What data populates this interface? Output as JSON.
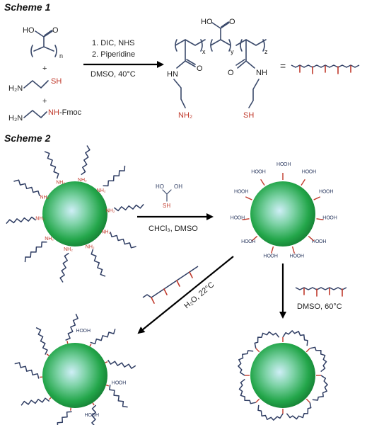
{
  "scheme1": {
    "title": "Scheme 1",
    "reactant1": {
      "ho": "HO",
      "o": "O",
      "n": "n"
    },
    "plus1": "+",
    "reactant2": {
      "h2n": "H₂N",
      "sh": "SH"
    },
    "plus2": "+",
    "reactant3": {
      "h2n": "H₂N",
      "nh_fmoc": "NH",
      "fmoc": "-Fmoc"
    },
    "conditions": [
      "1. DIC, NHS",
      "2. Piperidine",
      "DMSO, 40°C"
    ],
    "product": {
      "ho": "HO",
      "o": "O",
      "sub_x": "x",
      "sub_y": "y",
      "sub_z": "z",
      "o_left": "O",
      "hn": "HN",
      "nh2": "NH₂",
      "o_right": "O",
      "nh": "NH",
      "sh": "SH"
    },
    "equals": "="
  },
  "scheme2": {
    "title": "Scheme 2",
    "step1_conditions": "CHCl₃, DMSO",
    "reagent_labels": {
      "ho1": "HO",
      "oh": "OH",
      "sh": "SH"
    },
    "nh2_label": "NH₂",
    "ligand_labels": {
      "ho": "HO",
      "oh": "OH"
    },
    "step2_conditions": "H₂O, 22°C",
    "step3_conditions": "DMSO, 60°C"
  },
  "colors": {
    "sphere_outer": "#1e9a3c",
    "sphere_inner": "#bfe8f0",
    "chain": "#2f3d63",
    "highlight": "#c0392b"
  }
}
